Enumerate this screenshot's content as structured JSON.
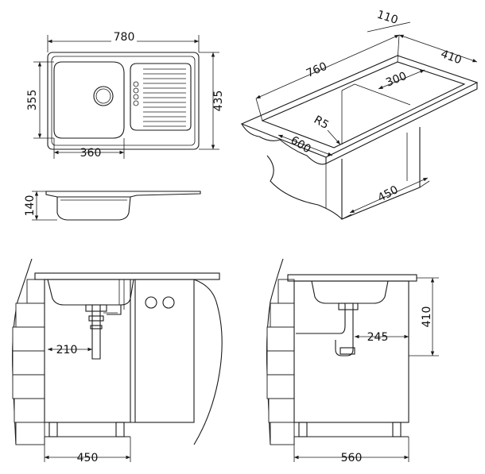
{
  "top_view": {
    "length": "780",
    "width": "435",
    "bowl_depth": "355",
    "bowl_width": "360"
  },
  "side_view": {
    "height": "140"
  },
  "iso_view": {
    "length": "760",
    "width": "410",
    "rim": "110",
    "drainer": "300",
    "radius": "R5",
    "bowl_length": "600",
    "cabinet_depth": "450"
  },
  "cabinet_front": {
    "drain_offset": "210",
    "cabinet_width": "450"
  },
  "cabinet_side": {
    "drain_offset": "245",
    "sink_height": "410",
    "cabinet_depth": "560"
  }
}
